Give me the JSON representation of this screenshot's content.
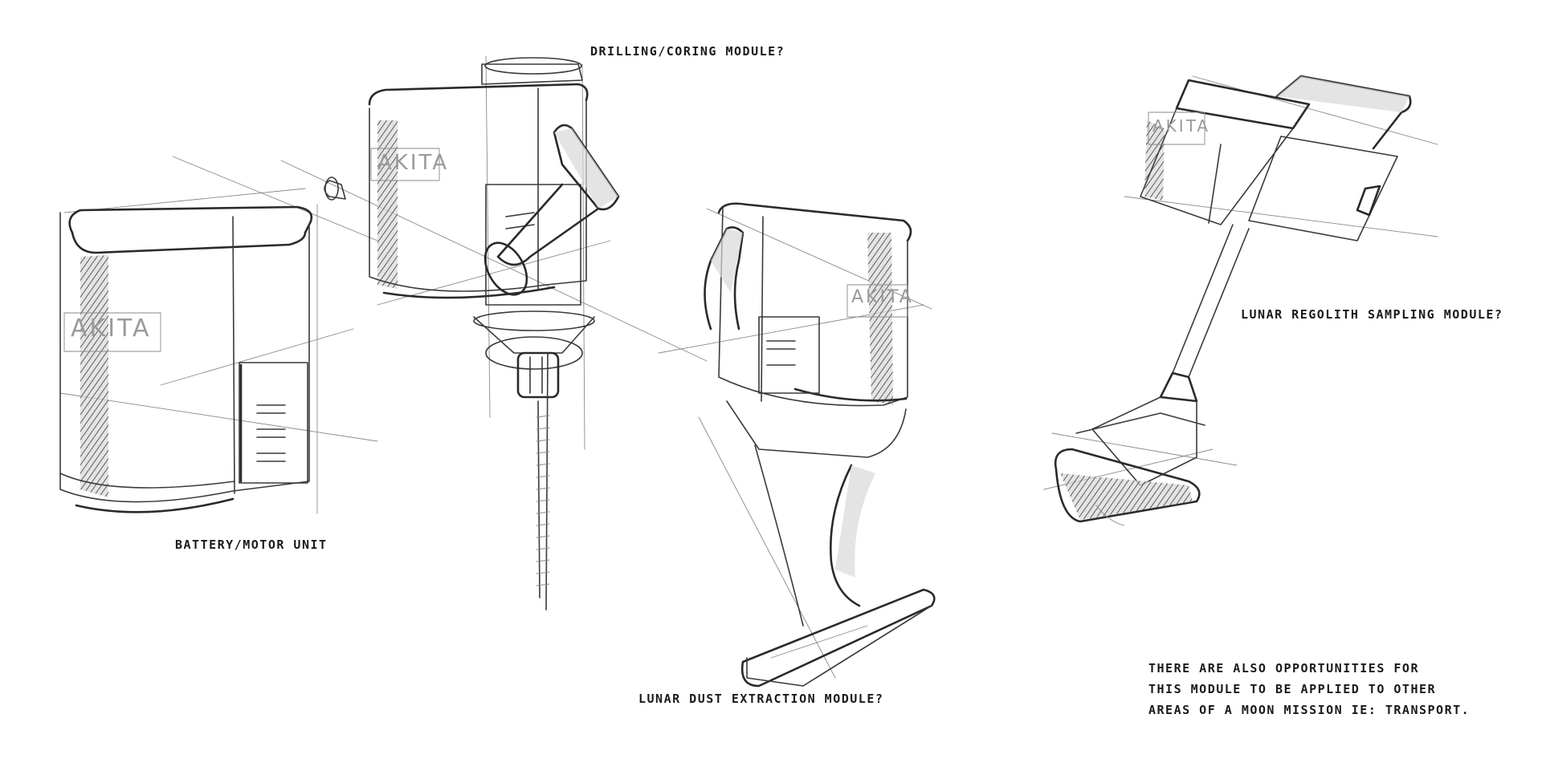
{
  "labels": {
    "drilling": "DRILLING/CORING MODULE?",
    "battery": "BATTERY/MOTOR UNIT",
    "dust": "LUNAR DUST EXTRACTION MODULE?",
    "regolith": "LUNAR REGOLITH SAMPLING MODULE?"
  },
  "note": {
    "line1": "THERE ARE ALSO OPPORTUNITIES FOR",
    "line2": "THIS MODULE TO BE APPLIED TO OTHER",
    "line3": "AREAS OF A MOON MISSION IE: TRANSPORT."
  },
  "brand": {
    "battery_logo": "AKITA",
    "drill_logo": "AKITA",
    "dust_logo": "AKITA",
    "regolith_logo": "AKITA"
  }
}
